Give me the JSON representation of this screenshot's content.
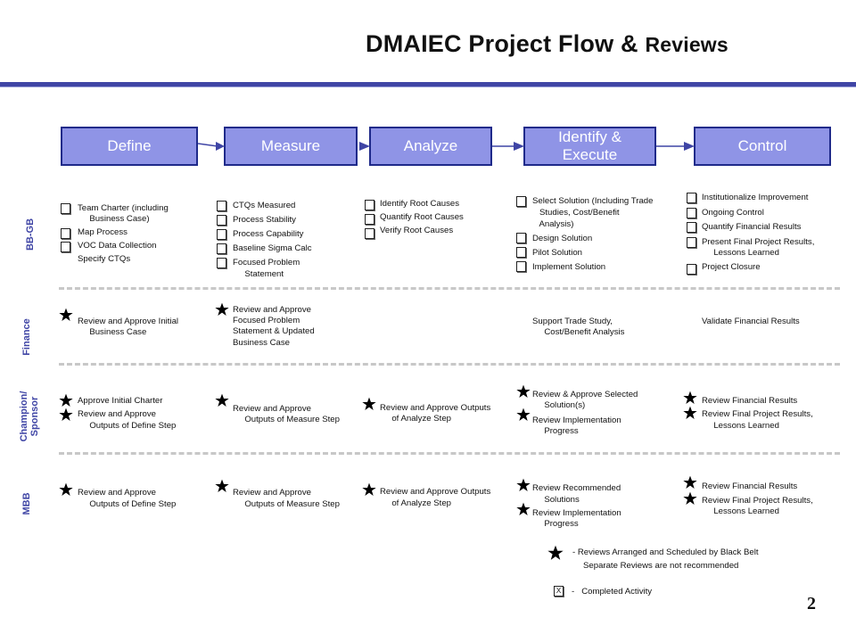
{
  "title": {
    "main": "DMAIEC Project Flow &",
    "small": "Reviews"
  },
  "page_number": "2",
  "phases": [
    {
      "label": "Define"
    },
    {
      "label": "Measure"
    },
    {
      "label": "Analyze"
    },
    {
      "label": "Identify &\nExecute"
    },
    {
      "label": "Control"
    }
  ],
  "lanes": [
    {
      "label": "BB-GB"
    },
    {
      "label": "Finance"
    },
    {
      "label": "Champion/\nSponsor"
    },
    {
      "label": "MBB"
    }
  ],
  "bbgb": {
    "define": [
      "Team Charter (including",
      "     Business Case)",
      "Map Process",
      "VOC Data Collection",
      "Specify CTQs"
    ],
    "measure": [
      "CTQs Measured",
      "Process Stability",
      "Process Capability",
      "Baseline Sigma Calc",
      "Focused Problem",
      "     Statement"
    ],
    "analyze": [
      "Identify Root Causes",
      "Quantify Root Causes",
      "Verify Root Causes"
    ],
    "identify": [
      "Select Solution (Including Trade",
      "   Studies, Cost/Benefit",
      "   Analysis)",
      "Design Solution",
      "Pilot Solution",
      "Implement Solution"
    ],
    "control": [
      "Institutionalize Improvement",
      "Ongoing Control",
      "Quantify Financial Results",
      "Present Final Project Results,",
      "     Lessons Learned",
      "Project Closure"
    ]
  },
  "finance": {
    "define": [
      "Review and Approve Initial",
      "     Business Case"
    ],
    "measure": [
      "Review and Approve",
      "Focused Problem",
      "Statement & Updated",
      "Business Case"
    ],
    "identify": [
      "Support Trade Study,",
      "     Cost/Benefit Analysis"
    ],
    "control": [
      "Validate Financial Results"
    ]
  },
  "champion": {
    "define_a": [
      "Approve Initial Charter"
    ],
    "define_b": [
      "Review and Approve",
      "     Outputs of Define Step"
    ],
    "measure": [
      "Review and Approve",
      "     Outputs of Measure Step"
    ],
    "analyze": [
      "Review and Approve Outputs",
      "     of Analyze Step"
    ],
    "identify_a": [
      "Review & Approve Selected",
      "     Solution(s)"
    ],
    "identify_b": [
      "Review Implementation",
      "     Progress"
    ],
    "control_a": [
      "Review Financial Results"
    ],
    "control_b": [
      "Review Final Project Results,",
      "     Lessons Learned"
    ]
  },
  "mbb": {
    "define": [
      "Review and Approve",
      "     Outputs of Define Step"
    ],
    "measure": [
      "Review and Approve",
      "     Outputs of Measure Step"
    ],
    "analyze": [
      "Review and Approve Outputs",
      "     of Analyze Step"
    ],
    "identify_a": [
      "Review Recommended",
      "     Solutions"
    ],
    "identify_b": [
      "Review Implementation",
      "     Progress"
    ],
    "control_a": [
      "Review Financial Results"
    ],
    "control_b": [
      "Review Final Project Results,",
      "     Lessons Learned"
    ]
  },
  "legend": {
    "star_line1": "- Reviews Arranged and Scheduled by Black Belt",
    "star_line2": "Separate Reviews are not recommended",
    "box_mark": "X",
    "box_text": "-   Completed Activity"
  },
  "colors": {
    "phase_fill": "#8f94e6",
    "phase_border": "#1f2a8a",
    "accent": "#3f45a5"
  }
}
